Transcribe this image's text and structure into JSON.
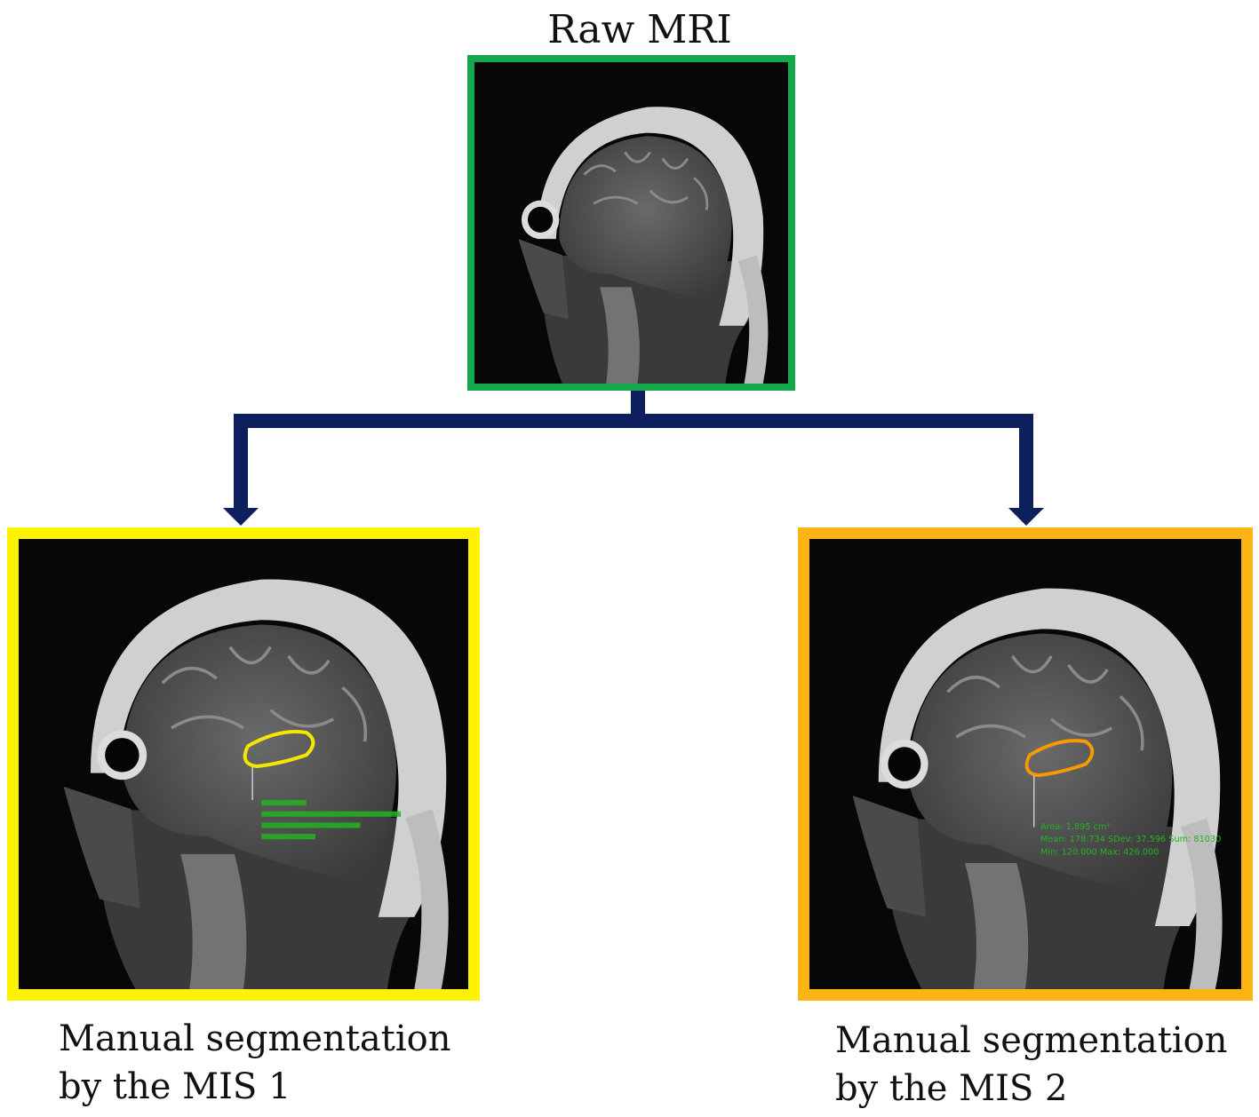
{
  "diagram": {
    "title": "Raw MRI",
    "left": {
      "caption_line1": "Manual segmentation",
      "caption_line2": "by the MIS 1"
    },
    "right": {
      "caption_line1": "Manual segmentation",
      "caption_line2": "by the MIS 2",
      "overlay": {
        "line1": "Area: 1.895 cm²",
        "line2": "Mean: 178.734  SDev: 37.596  Sum: 81030",
        "line3": "Min: 120.000  Max: 426.000"
      }
    }
  },
  "colors": {
    "top_frame": "#13a84a",
    "left_frame": "#fff200",
    "right_frame": "#fbb414",
    "connector": "#0d1f5c",
    "left_contour": "#f5e600",
    "right_contour": "#f59a00",
    "overlay_text": "#22b322"
  }
}
